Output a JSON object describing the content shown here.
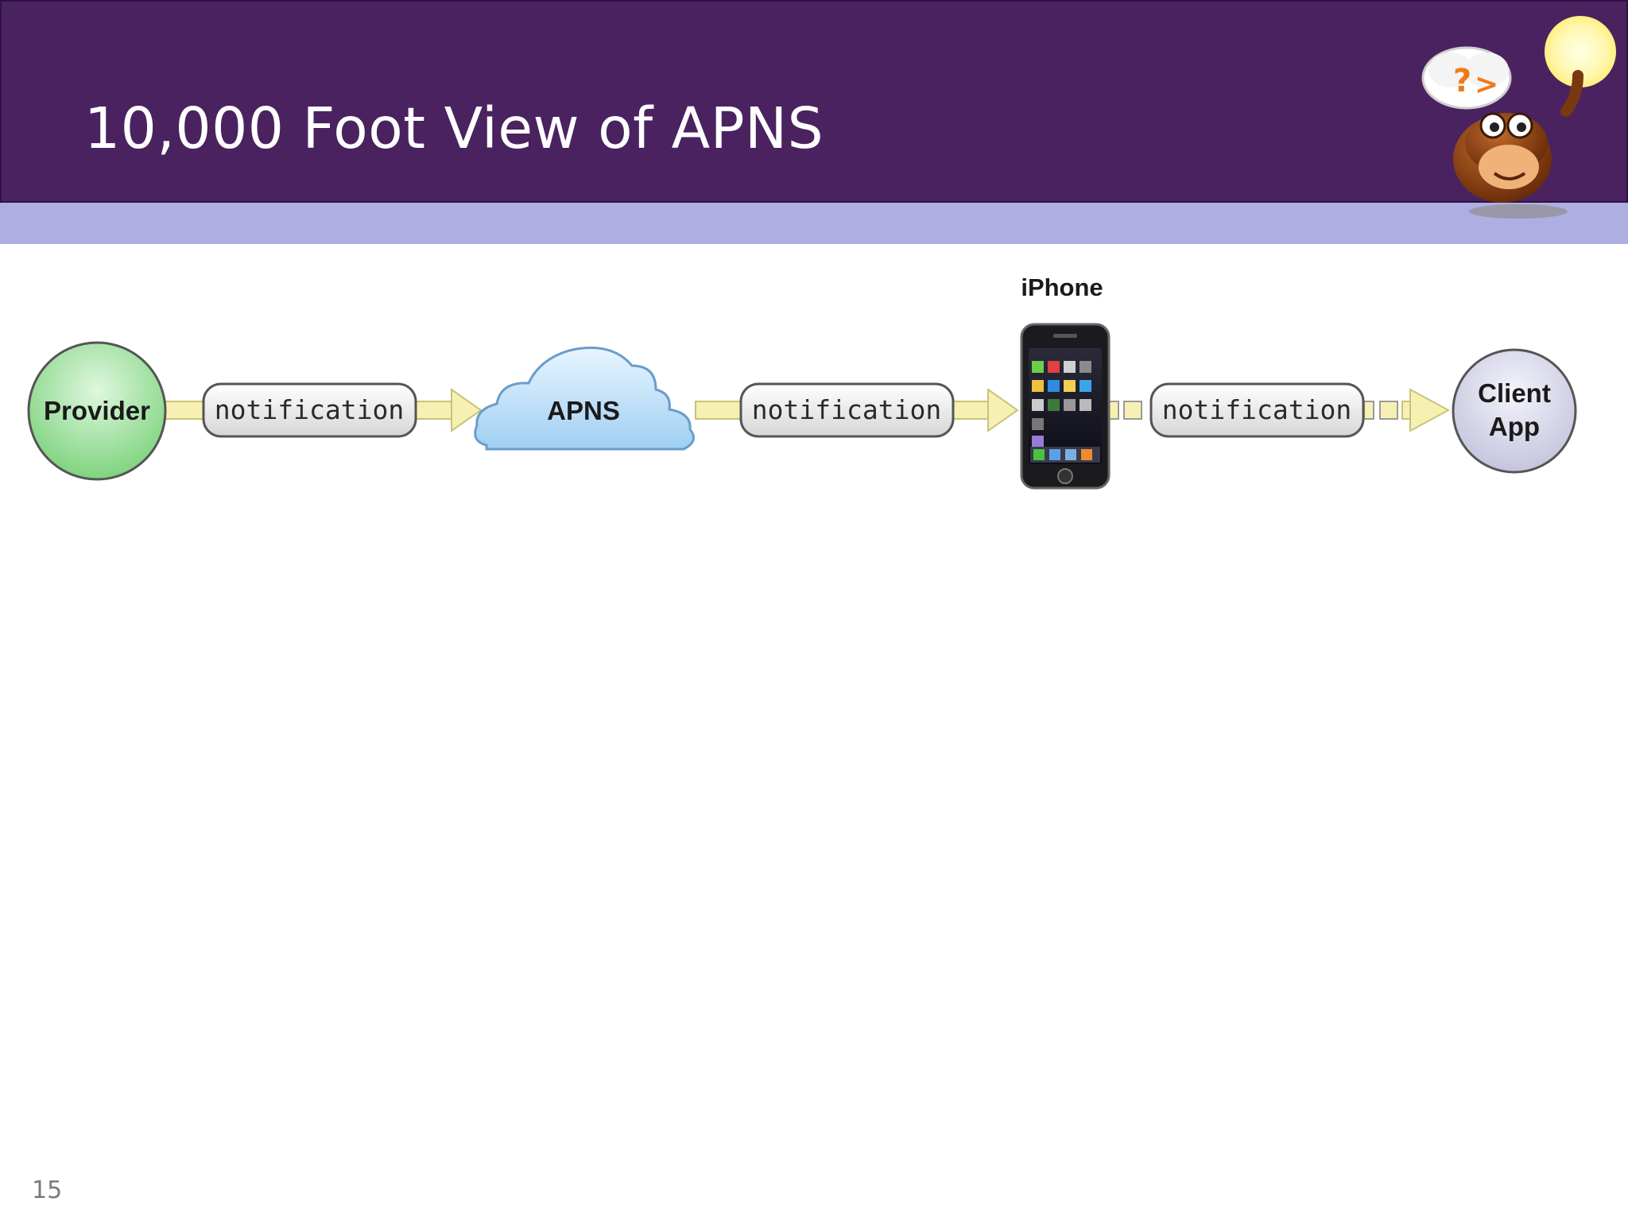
{
  "slide": {
    "title": "10,000 Foot View of APNS",
    "number": "15"
  },
  "diagram": {
    "provider_label": "Provider",
    "apns_label": "APNS",
    "iphone_label": "iPhone",
    "client_app_label_line1": "Client",
    "client_app_label_line2": "App",
    "notifications": [
      "notification",
      "notification",
      "notification"
    ]
  },
  "colors": {
    "header": "#4a2260",
    "band": "#afaee3",
    "provider_node": "#9fe0a0",
    "cloud": "#a9d6f5",
    "client_node": "#dcdcf0",
    "arrow": "#f6f1b2"
  },
  "icons": [
    "monkey-mascot-icon",
    "iphone-icon",
    "cloud-icon"
  ]
}
